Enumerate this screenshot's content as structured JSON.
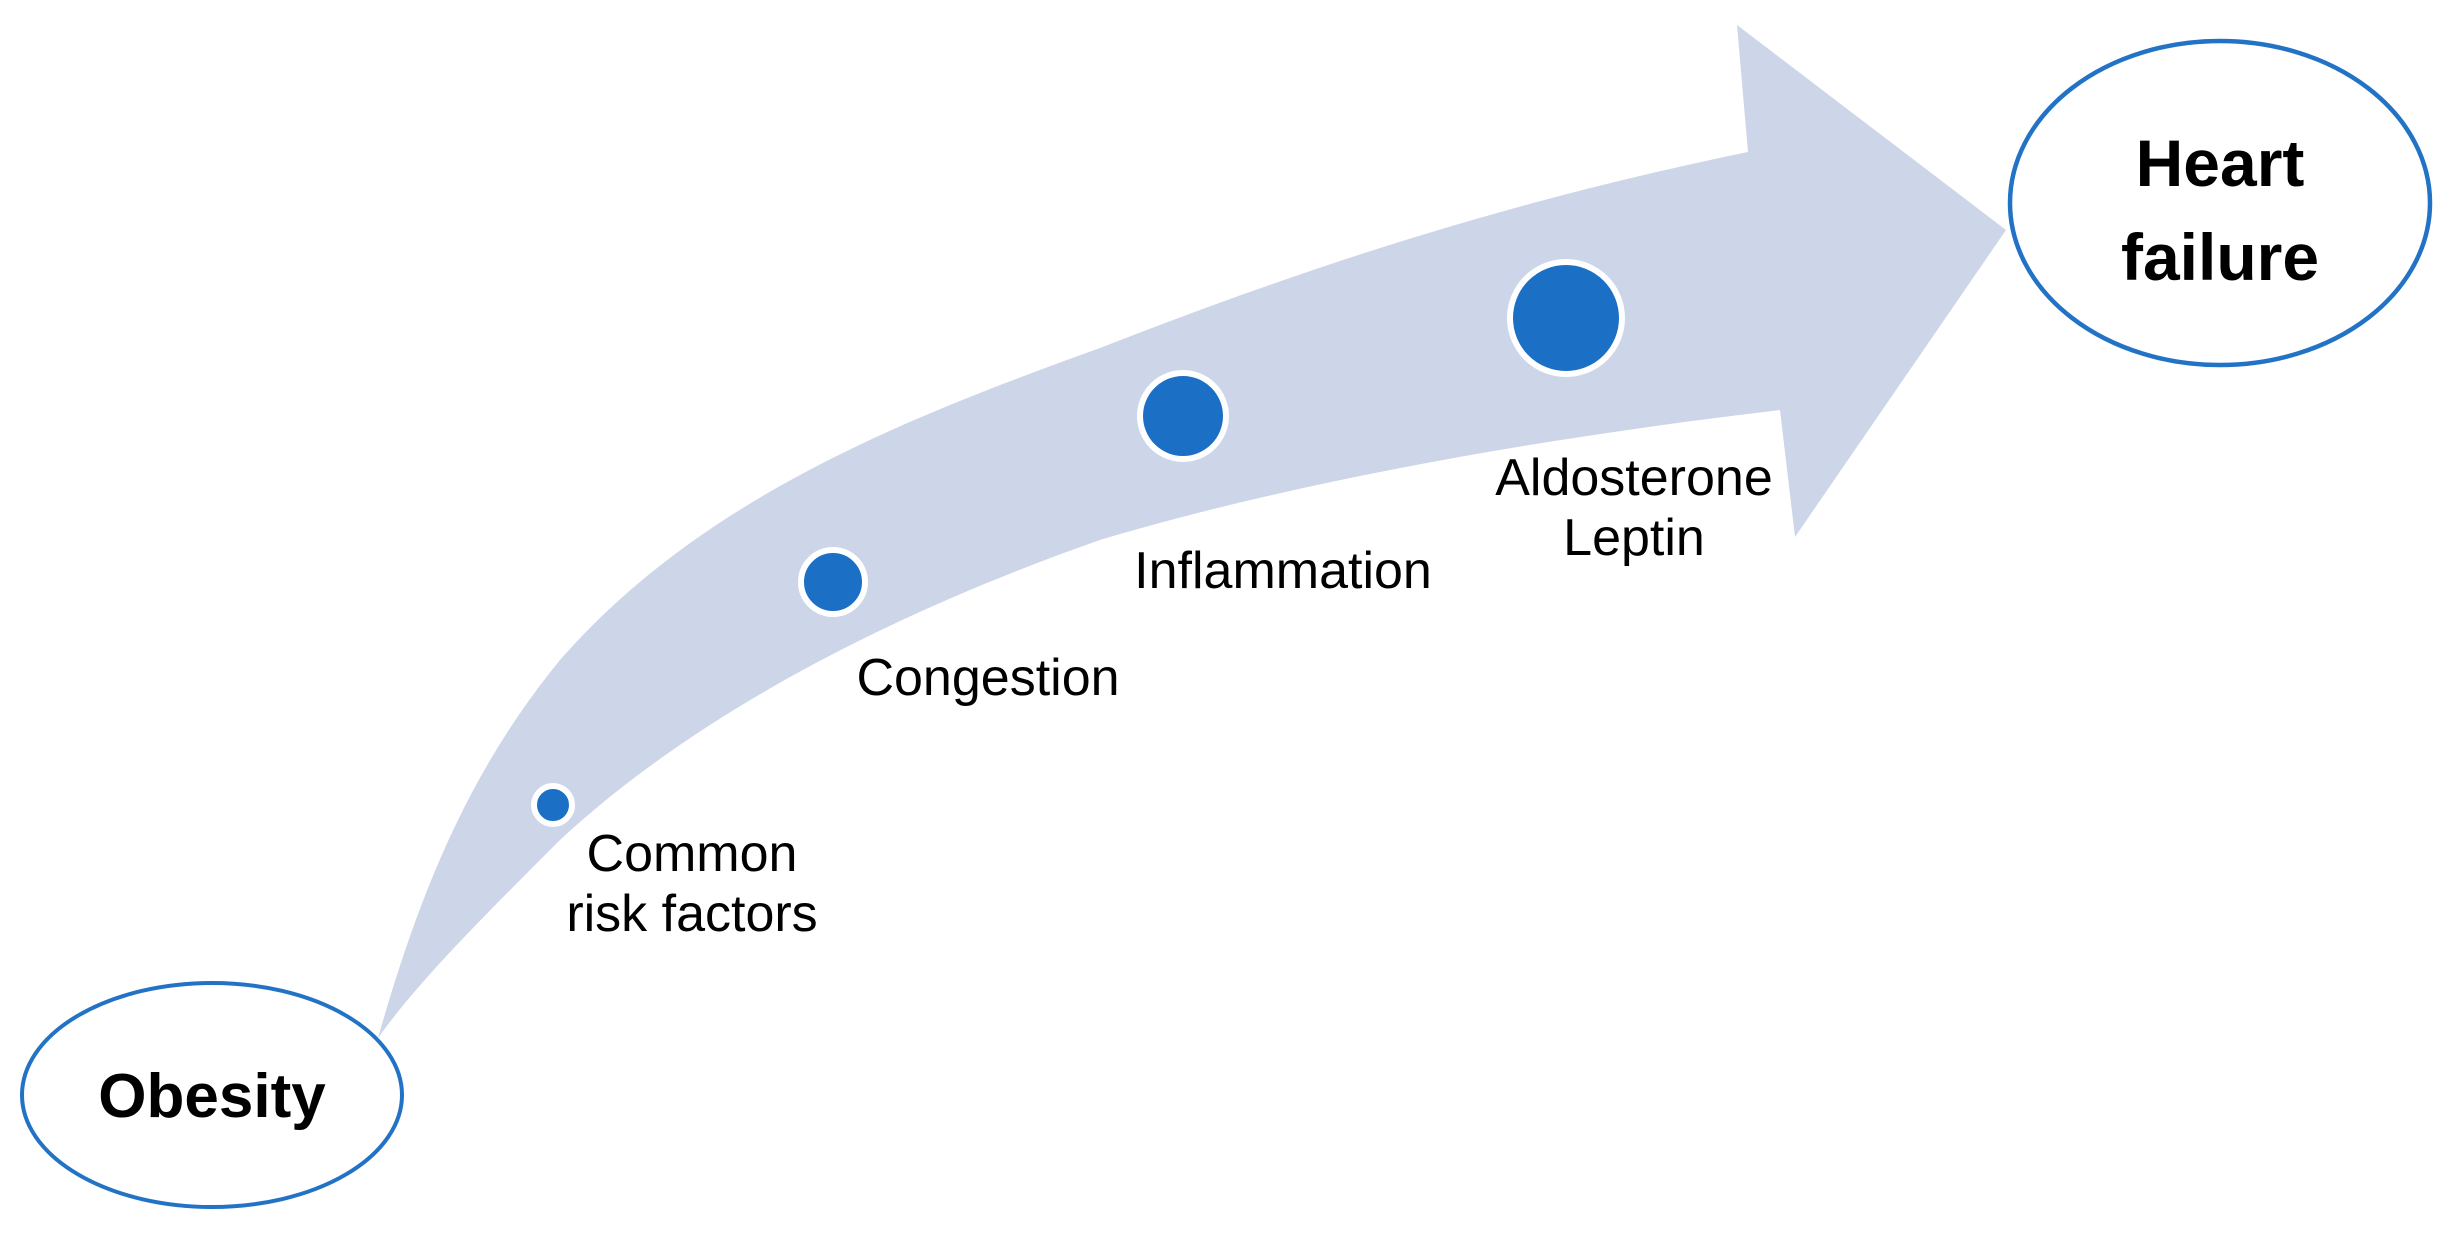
{
  "diagram": {
    "start_node": {
      "label": "Obesity"
    },
    "end_node": {
      "label": "Heart\nfailure"
    },
    "stages": [
      {
        "label": "Common\nrisk factors"
      },
      {
        "label": "Congestion"
      },
      {
        "label": "Inflammation"
      },
      {
        "label": "Aldosterone\nLeptin"
      }
    ],
    "colors": {
      "arrow_fill": "#cdd5e8",
      "dot_fill": "#1b6fc5",
      "dot_ring": "#ffffff",
      "node_stroke": "#2273c6",
      "node_fill": "#ffffff",
      "text": "#000000"
    }
  }
}
